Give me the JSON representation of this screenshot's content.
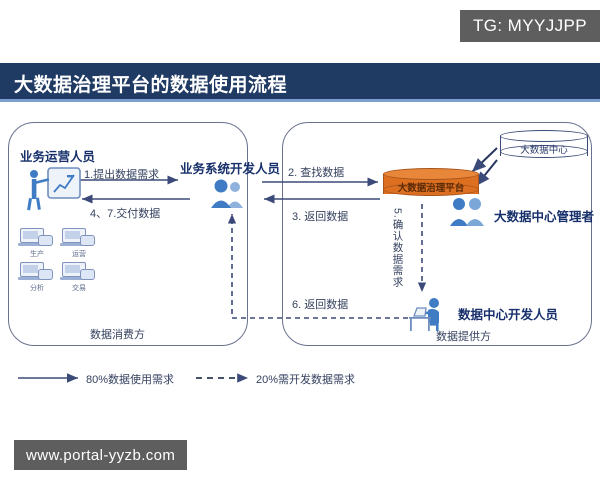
{
  "watermarks": {
    "telegram": "TG: MYYJJPP",
    "url": "www.portal-yyzb.com"
  },
  "header": {
    "title": "大数据治理平台的数据使用流程",
    "background_color": "#1f3a63",
    "accent_color": "#7d9fd0",
    "text_color": "#ffffff"
  },
  "diagram": {
    "panels": [
      {
        "id": "consumer",
        "footer_label": "数据消费方"
      },
      {
        "id": "provider",
        "footer_label": "数据提供方"
      }
    ],
    "roles": {
      "business_operator": "业务运营人员",
      "business_developer": "业务系统开发人员",
      "data_center_manager": "大数据中心管理者",
      "data_center_developer": "数据中心开发人员"
    },
    "nodes": {
      "governance_platform": "大数据治理平台",
      "big_data_center": "大数据中心"
    },
    "steps": [
      {
        "no": "1",
        "label": "1.提出数据需求",
        "style": "solid"
      },
      {
        "no": "2",
        "label": "2. 查找数据",
        "style": "solid"
      },
      {
        "no": "3",
        "label": "3. 返回数据",
        "style": "solid"
      },
      {
        "no": "4,7",
        "label": "4、7.交付数据",
        "style": "solid"
      },
      {
        "no": "5",
        "label": "5.确认数据需求",
        "style": "dashed"
      },
      {
        "no": "6",
        "label": "6. 返回数据",
        "style": "dashed"
      }
    ],
    "source_systems": [
      {
        "label": "生产"
      },
      {
        "label": "运营"
      },
      {
        "label": "分析"
      },
      {
        "label": "交易"
      }
    ],
    "legend": [
      {
        "style": "solid",
        "label": "80%数据使用需求"
      },
      {
        "style": "dashed",
        "label": "20%需开发数据需求"
      }
    ],
    "colors": {
      "panel_border": "#6a7290",
      "platform_fill": "#dd6f21",
      "platform_stroke": "#a8541b",
      "center_stroke": "#3b4a78",
      "person_blue": "#3f7cc4",
      "arrow": "#3b4a78",
      "text": "#35415f"
    }
  }
}
